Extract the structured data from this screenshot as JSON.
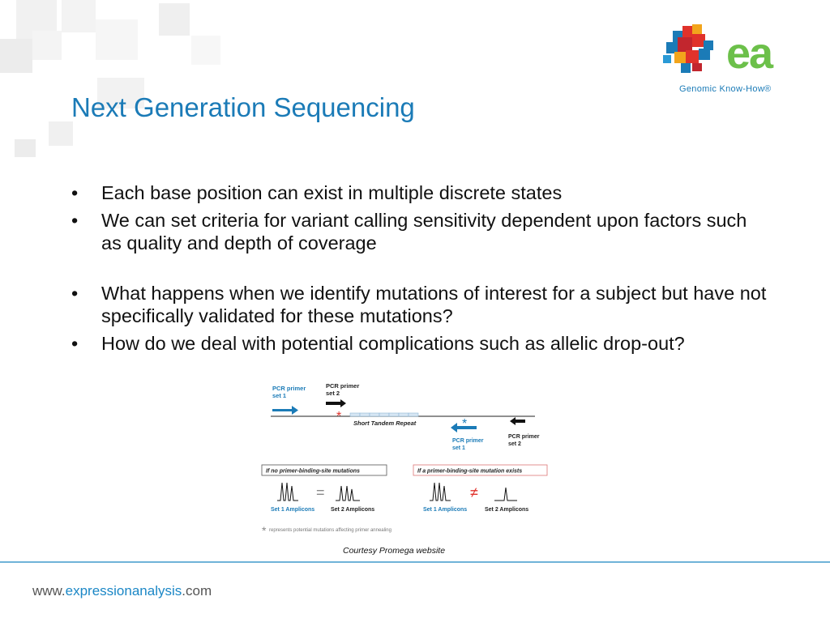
{
  "slide": {
    "title": "Next Generation Sequencing",
    "bullet_char": "•",
    "bullets": [
      "Each base position can exist in multiple discrete states",
      "We can set criteria for variant calling sensitivity dependent upon factors such as quality and depth of coverage",
      "What happens when we identify mutations of interest for a subject but have not specifically validated for these mutations?",
      "How do we deal with potential complications such as allelic drop-out?"
    ]
  },
  "figure": {
    "pcr_primer_set1_top": [
      "PCR primer",
      "set 1"
    ],
    "pcr_primer_set2_top": [
      "PCR primer",
      "set 2"
    ],
    "str_label": "Short Tandem Repeat",
    "pcr_primer_set1_bottom": [
      "PCR primer",
      "set 1"
    ],
    "pcr_primer_set2_bottom": [
      "PCR primer",
      "set 2"
    ],
    "no_mutation_box": "If no primer-binding-site mutations",
    "mutation_box": "If a primer-binding-site mutation exists",
    "equals_sign": "=",
    "not_equal_sign": "≠",
    "set1_amplicons": "Set 1 Amplicons",
    "set2_amplicons": "Set 2 Amplicons",
    "asterisk": "*",
    "footnote": "represents potential mutations affecting primer annealing"
  },
  "caption": "Courtesy Promega website",
  "footer": {
    "url_prefix": "www.",
    "url_main": "expressionanalysis",
    "url_suffix": ".com"
  },
  "logo": {
    "letters": "ea",
    "tagline": "Genomic Know-How®"
  },
  "colors": {
    "title_blue": "#1b7bb7",
    "arrow_blue": "#1b7bb7",
    "mutation_red": "#e0322b",
    "logo_green": "#6cc04a",
    "divider": "#6fb3d8"
  }
}
